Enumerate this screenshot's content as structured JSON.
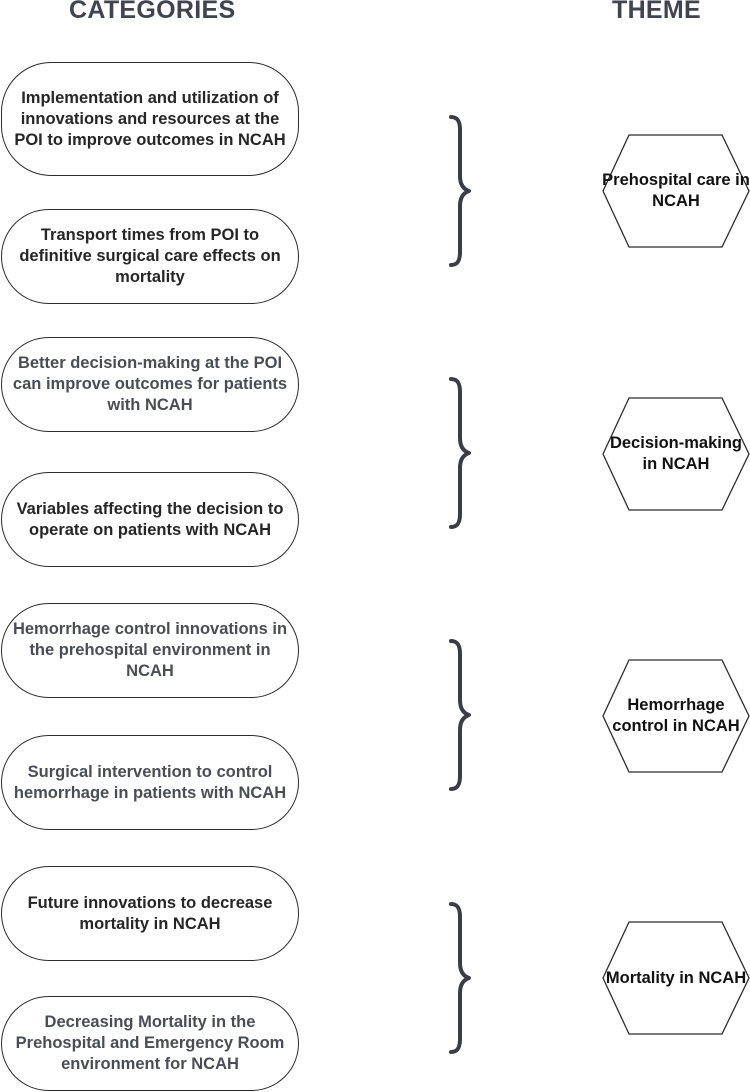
{
  "headers": {
    "categories": "CATEGORIES",
    "theme": "THEME"
  },
  "groups": [
    {
      "categories": [
        "Implementation and utilization of innovations and resources at the POI to improve outcomes in NCAH",
        "Transport times from POI to definitive surgical care effects on mortality"
      ],
      "theme": "Prehospital care in NCAH"
    },
    {
      "categories": [
        "Better decision-making at the POI can improve outcomes for patients with NCAH",
        "Variables affecting the decision to operate on patients with NCAH"
      ],
      "theme": "Decision-making in NCAH"
    },
    {
      "categories": [
        "Hemorrhage control innovations in the prehospital environment in NCAH",
        "Surgical intervention to control hemorrhage in patients with NCAH"
      ],
      "theme": "Hemorrhage control in NCAH"
    },
    {
      "categories": [
        "Future innovations to decrease mortality in NCAH",
        "Decreasing Mortality in the Prehospital and Emergency Room environment for NCAH"
      ],
      "theme": "Mortality in NCAH"
    }
  ],
  "colors": {
    "header_text": "#3f4450",
    "dark_text": "#262626",
    "gray_text": "#4a4d55",
    "brace": "#3a3d47",
    "outline": "#2c2c2c"
  }
}
